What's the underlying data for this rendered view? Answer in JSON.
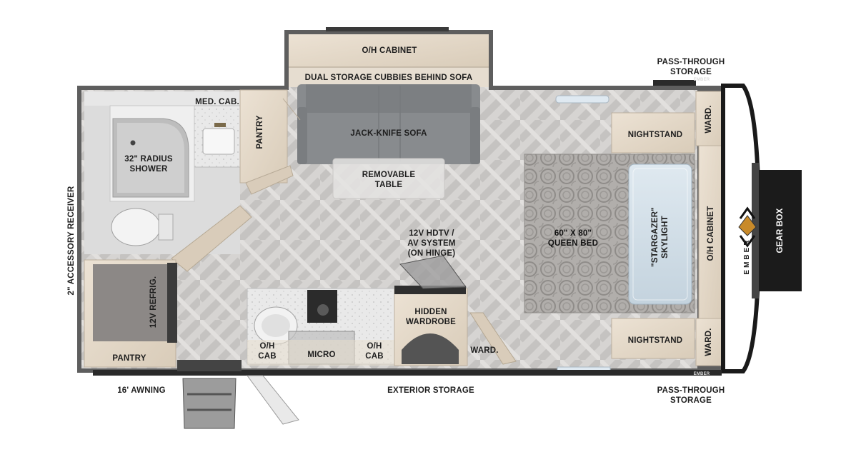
{
  "labels": {
    "oh_cabinet_top": "O/H CABINET",
    "dual_storage": "DUAL STORAGE CUBBIES BEHIND SOFA",
    "pass_through_top_1": "PASS-THROUGH",
    "pass_through_top_2": "STORAGE",
    "med_cab": "MED. CAB.",
    "pantry_top": "PANTRY",
    "jack_knife_sofa": "JACK-KNIFE SOFA",
    "nightstand_top": "NIGHTSTAND",
    "ward_top": "WARD.",
    "shower_1": "32\" RADIUS",
    "shower_2": "SHOWER",
    "removable_table_1": "REMOVABLE",
    "removable_table_2": "TABLE",
    "accessory_receiver": "2\" ACCESSORY RECEIVER",
    "hdtv_1": "12V HDTV /",
    "hdtv_2": "AV SYSTEM",
    "hdtv_3": "(ON HINGE)",
    "queen_bed_1": "60\" X 80\"",
    "queen_bed_2": "QUEEN BED",
    "skylight_1": "\"STARGAZER\"",
    "skylight_2": "SKYLIGHT",
    "oh_cabinet_right": "O/H CABINET",
    "gear_box": "GEAR BOX",
    "refrig": "12V REFRIG.",
    "hidden_wardrobe_1": "HIDDEN",
    "hidden_wardrobe_2": "WARDROBE",
    "nightstand_bottom": "NIGHTSTAND",
    "oh_cab_left_1": "O/H",
    "oh_cab_left_2": "CAB",
    "micro": "MICRO",
    "oh_cab_right_1": "O/H",
    "oh_cab_right_2": "CAB",
    "ward_middle": "WARD.",
    "ward_bottom": "WARD.",
    "pantry_bottom": "PANTRY",
    "awning": "16' AWNING",
    "exterior_storage": "EXTERIOR STORAGE",
    "pass_through_bottom_1": "PASS-THROUGH",
    "pass_through_bottom_2": "STORAGE"
  },
  "brand": {
    "logo_text": "EMBER",
    "trim_text": "EMBER"
  },
  "colors": {
    "wall": "#6e6e6e",
    "floor": "#d4d2d0",
    "wood": "#e3d8c8",
    "sofa": "#8f9294",
    "bed": "#a9a6a3",
    "front_cap": "#1c1c1c"
  }
}
